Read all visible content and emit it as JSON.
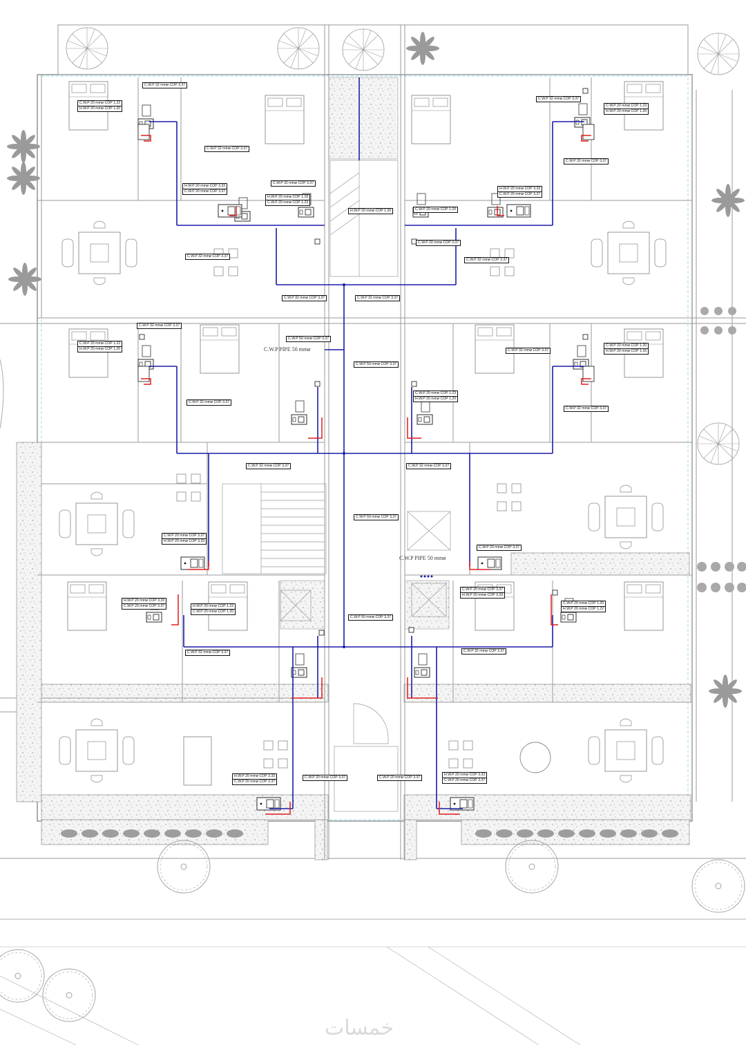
{
  "watermark": "خمسات",
  "colors": {
    "cold": "#1a1aa8",
    "hot": "#e01b1b",
    "lines": "#8a8a8a",
    "hatch": "#bdbdbd",
    "cyan": "#6fd5dc"
  },
  "main_pipe_labels": [
    "C.W.P PIPE 50 mmø",
    "C.W.P PIPE 50 mmø"
  ],
  "tags": [
    {
      "id": "t1",
      "lines": [
        "C.W.P 32 mmø COP 3.37"
      ]
    },
    {
      "id": "t2",
      "lines": [
        "C.W.P 20 mmø COP 1.22",
        "H.W.P 20 mmø COP 1.20"
      ]
    },
    {
      "id": "t3",
      "lines": [
        "C.W.P 32 mmø COP 3.37"
      ]
    },
    {
      "id": "t4",
      "lines": [
        "H.W.P 20 mmø COP 3.33",
        "C.W.P 20 mmø COP 3.37"
      ]
    },
    {
      "id": "t5",
      "lines": [
        "C.W.P 32 mmø COP 3.37"
      ]
    },
    {
      "id": "t6",
      "lines": [
        "H.W.P 20 mmø COP 1.18",
        "C.W.P 20 mmø COP 1.23"
      ]
    },
    {
      "id": "t7",
      "lines": [
        "C.W.P 32 mmø COP 3.37"
      ]
    },
    {
      "id": "t8",
      "lines": [
        "C.W.P 32 mmø COP 3.37"
      ]
    },
    {
      "id": "t9",
      "lines": [
        "C.W.P 32 mmø COP 3.37"
      ]
    },
    {
      "id": "t10",
      "lines": [
        "C.W.P 20 mmø COP 1.23",
        "H.W.P 20 mmø COP 1.20"
      ]
    },
    {
      "id": "t11",
      "lines": [
        "C.W.P 32 mmø COP 3.37"
      ]
    },
    {
      "id": "t12",
      "lines": [
        "H.W.P 20 mmø COP 3.33",
        "C.W.P 20 mmø COP 3.37"
      ]
    },
    {
      "id": "t13",
      "lines": [
        "H.W.P 20 mmø COP 1.20"
      ]
    },
    {
      "id": "t14",
      "lines": [
        "C.W.P 20 mmø COP 1.20"
      ]
    },
    {
      "id": "t15",
      "lines": [
        "C.W.P 20 mmø COP 3.37"
      ]
    },
    {
      "id": "t16",
      "lines": [
        "C.W.P 32 mmø COP 3.37"
      ]
    },
    {
      "id": "t17",
      "lines": [
        "C.W.P 32 mmø COP 3.37"
      ]
    },
    {
      "id": "t18",
      "lines": [
        "C.W.P 32 mmø COP 3.37"
      ]
    },
    {
      "id": "t19",
      "lines": [
        "C.W.P 20 mmø COP 1.22",
        "H.W.P 20 mmø COP 1.20"
      ]
    },
    {
      "id": "t20",
      "lines": [
        "C.W.P 50 mmø COP 3.37"
      ]
    },
    {
      "id": "t21",
      "lines": [
        "C.W.P 50 mmø COP 3.37"
      ]
    },
    {
      "id": "t22",
      "lines": [
        "C.W.P 32 mmø COP 3.37"
      ]
    },
    {
      "id": "t23",
      "lines": [
        "C.W.P 20 mmø COP 1.20",
        "H.W.P 20 mmø COP 1.16"
      ]
    },
    {
      "id": "t24",
      "lines": [
        "C.W.P 20 mmø COP 1.23",
        "H.W.P 20 mmø COP 1.20"
      ]
    },
    {
      "id": "t25",
      "lines": [
        "C.W.P 32 mmø COP 3.37"
      ]
    },
    {
      "id": "t26",
      "lines": [
        "C.W.P 32 mmø COP 3.37"
      ]
    },
    {
      "id": "t27",
      "lines": [
        "C.W.P 32 mmø COP 3.37"
      ]
    },
    {
      "id": "t28",
      "lines": [
        "C.W.P 32 mmø COP 3.37"
      ]
    },
    {
      "id": "t29",
      "lines": [
        "C.W.P 50 mmø COP 3.37"
      ]
    },
    {
      "id": "t30",
      "lines": [
        "C.W.P 20 mmø COP 3.37",
        "H.W.P 20 mmø COP 3.33"
      ]
    },
    {
      "id": "t31",
      "lines": [
        "C.W.P 20 mmø COP 3.37"
      ]
    },
    {
      "id": "t32",
      "lines": [
        "C.W.P 20 mmø COP 3.37",
        "H.W.P 20 mmø COP 3.33"
      ]
    },
    {
      "id": "t33",
      "lines": [
        "H.W.P 20 mmø COP 3.33",
        "C.W.P 20 mmø COP 3.37"
      ]
    },
    {
      "id": "t34",
      "lines": [
        "H.W.P 20 mmø COP 1.22",
        "C.W.P 20 mmø COP 1.20"
      ]
    },
    {
      "id": "t35",
      "lines": [
        "C.W.P 50 mmø COP 3.37"
      ]
    },
    {
      "id": "t36",
      "lines": [
        "C.W.P 20 mmø COP 1.25",
        "H.W.P 20 mmø COP 1.22"
      ]
    },
    {
      "id": "t37",
      "lines": [
        "C.W.P 32 mmø COP 3.37"
      ]
    },
    {
      "id": "t38",
      "lines": [
        "C.W.P 32 mmø COP 3.37"
      ]
    },
    {
      "id": "t39",
      "lines": [
        "H.W.P 20 mmø COP 3.33",
        "C.W.P 20 mmø COP 3.37"
      ]
    },
    {
      "id": "t40",
      "lines": [
        "C.W.P 20 mmø COP 3.37"
      ]
    },
    {
      "id": "t41",
      "lines": [
        "C.W.P 20 mmø COP 3.37"
      ]
    },
    {
      "id": "t42",
      "lines": [
        "H.W.P 20 mmø COP 3.33",
        "C.W.P 20 mmø COP 3.37"
      ]
    }
  ]
}
